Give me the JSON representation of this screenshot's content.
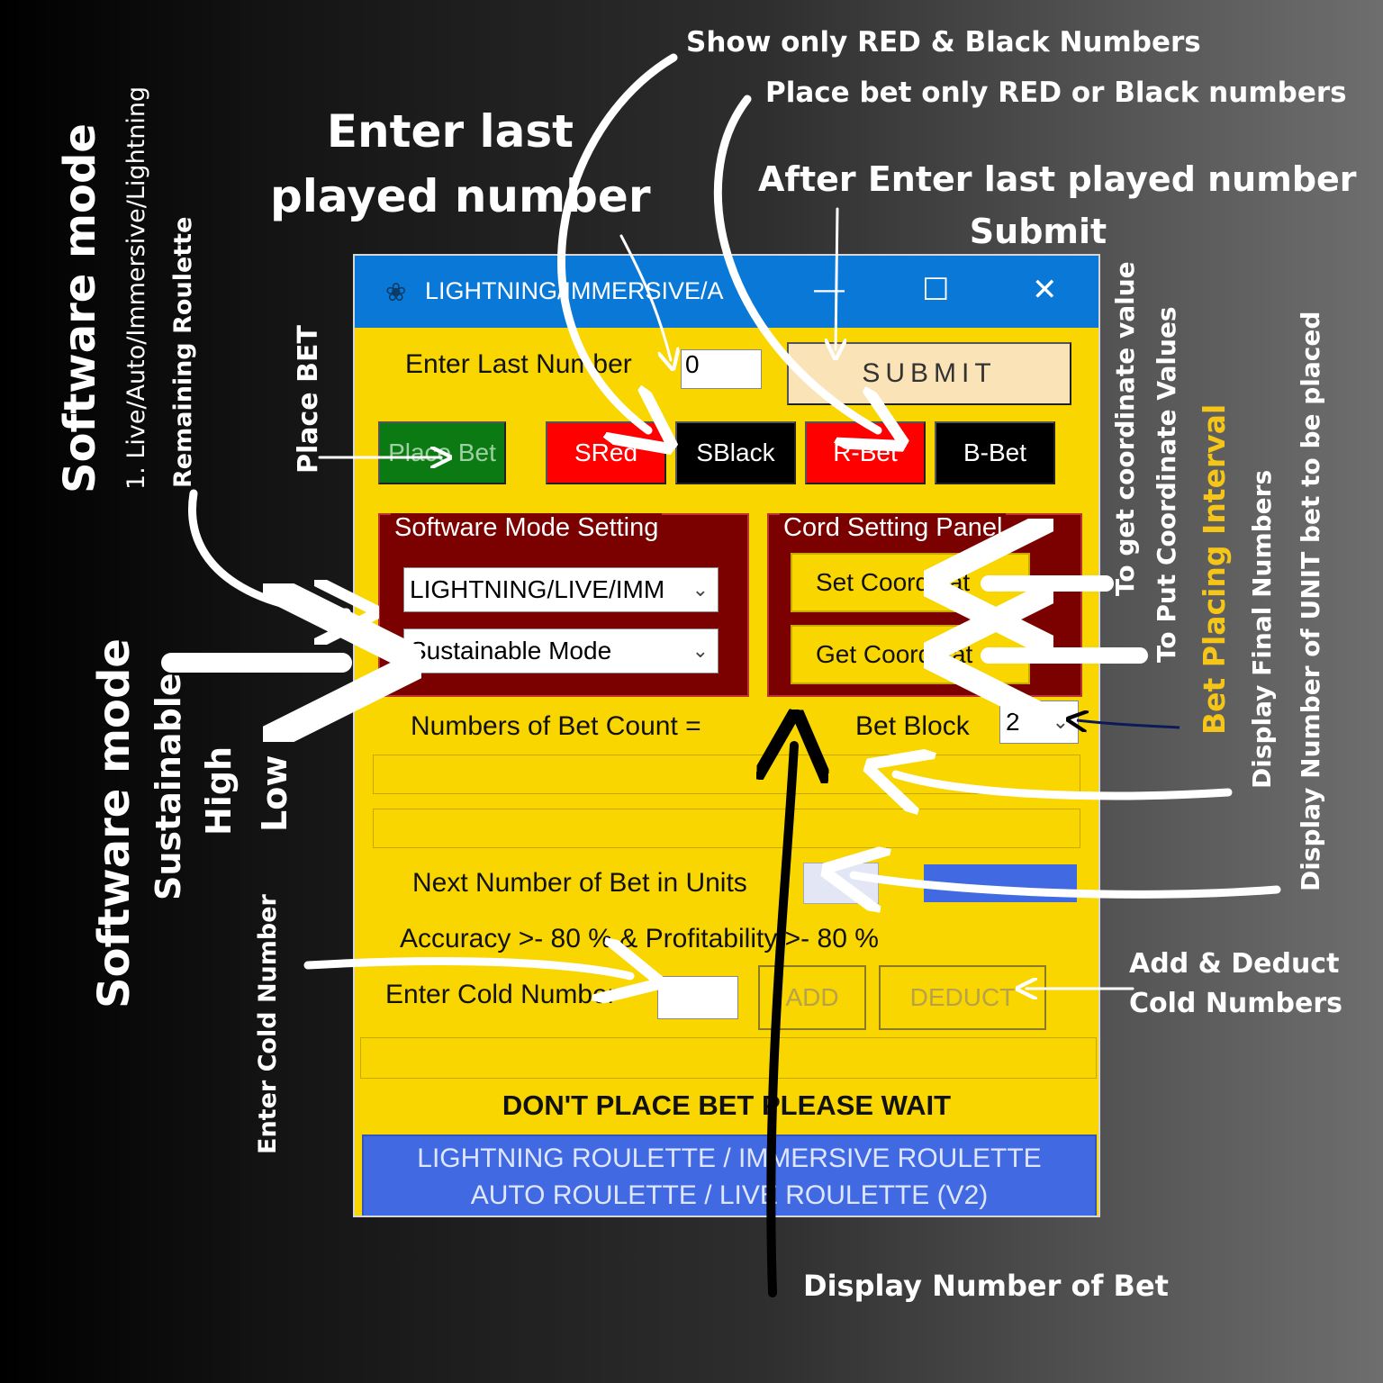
{
  "annotations": {
    "show_red_black": "Show only RED & Black Numbers",
    "place_red_black": "Place bet only RED or Black numbers",
    "enter_last_1": "Enter last",
    "enter_last_2": "played number",
    "after_enter_1": "After Enter last played number",
    "after_enter_2": "Submit",
    "software_mode_top": "Software  mode",
    "modes_list": "1. Live/Auto/Immersive/Lightning",
    "remaining": "Remaining Roulette",
    "place_bet": "Place BET",
    "software_mode_bottom": "Software  mode",
    "sustainable": "Sustainable",
    "high": "High",
    "low": "Low",
    "enter_cold": "Enter Cold Number",
    "get_coord": "To get coordinate value",
    "put_coord": "To Put Coordinate Values",
    "bet_interval": "Bet Placing Interval",
    "display_final": "Display Final Numbers",
    "display_units": "Display Number of UNIT bet to be placed",
    "add_deduct_1": "Add & Deduct",
    "add_deduct_2": "Cold Numbers",
    "display_bet": "Display Number of Bet"
  },
  "colors": {
    "window_bg": "#f9d600",
    "titlebar": "#0a78d6",
    "green_button": "#0b7a12",
    "red_button": "#ff0000",
    "black_button": "#000000",
    "frame_bg": "#7b0000",
    "banner": "#4169e1",
    "interval_text": "#f5c518"
  },
  "window": {
    "title": "LIGHTNING/IMMERSIVE/A",
    "minimize": "—",
    "maximize": "☐",
    "close": "✕",
    "enter_last_label": "Enter Last Number",
    "last_number_value": "0",
    "submit": "SUBMIT",
    "buttons": {
      "place_bet": "Place Bet",
      "sred": "SRed",
      "sblack": "SBlack",
      "rbet": "R-Bet",
      "bbet": "B-Bet"
    },
    "software_mode_frame": "Software Mode Setting",
    "mode_combo": "LIGHTNING/LIVE/IMM",
    "strategy_combo": "Sustainable Mode",
    "cord_frame": "Cord Setting Panel",
    "set_coord": "Set Coordinat",
    "get_coord": "Get Coordinat",
    "bet_count_label": "Numbers of Bet Count =",
    "bet_block_label": "Bet Block",
    "bet_block_value": "2",
    "next_units_label": "Next Number of Bet in Units",
    "accuracy_label": "Accuracy  >- 80 %    &   Profitability >- 80 %",
    "enter_cold_label": "Enter Cold Number",
    "add": "ADD",
    "deduct": "DEDUCT",
    "status": "DON'T PLACE BET PLEASE WAIT",
    "banner_line1": "LIGHTNING ROULETTE / IMMERSIVE ROULETTE",
    "banner_line2": "AUTO ROULETTE / LIVE ROULETTE (V2)"
  }
}
